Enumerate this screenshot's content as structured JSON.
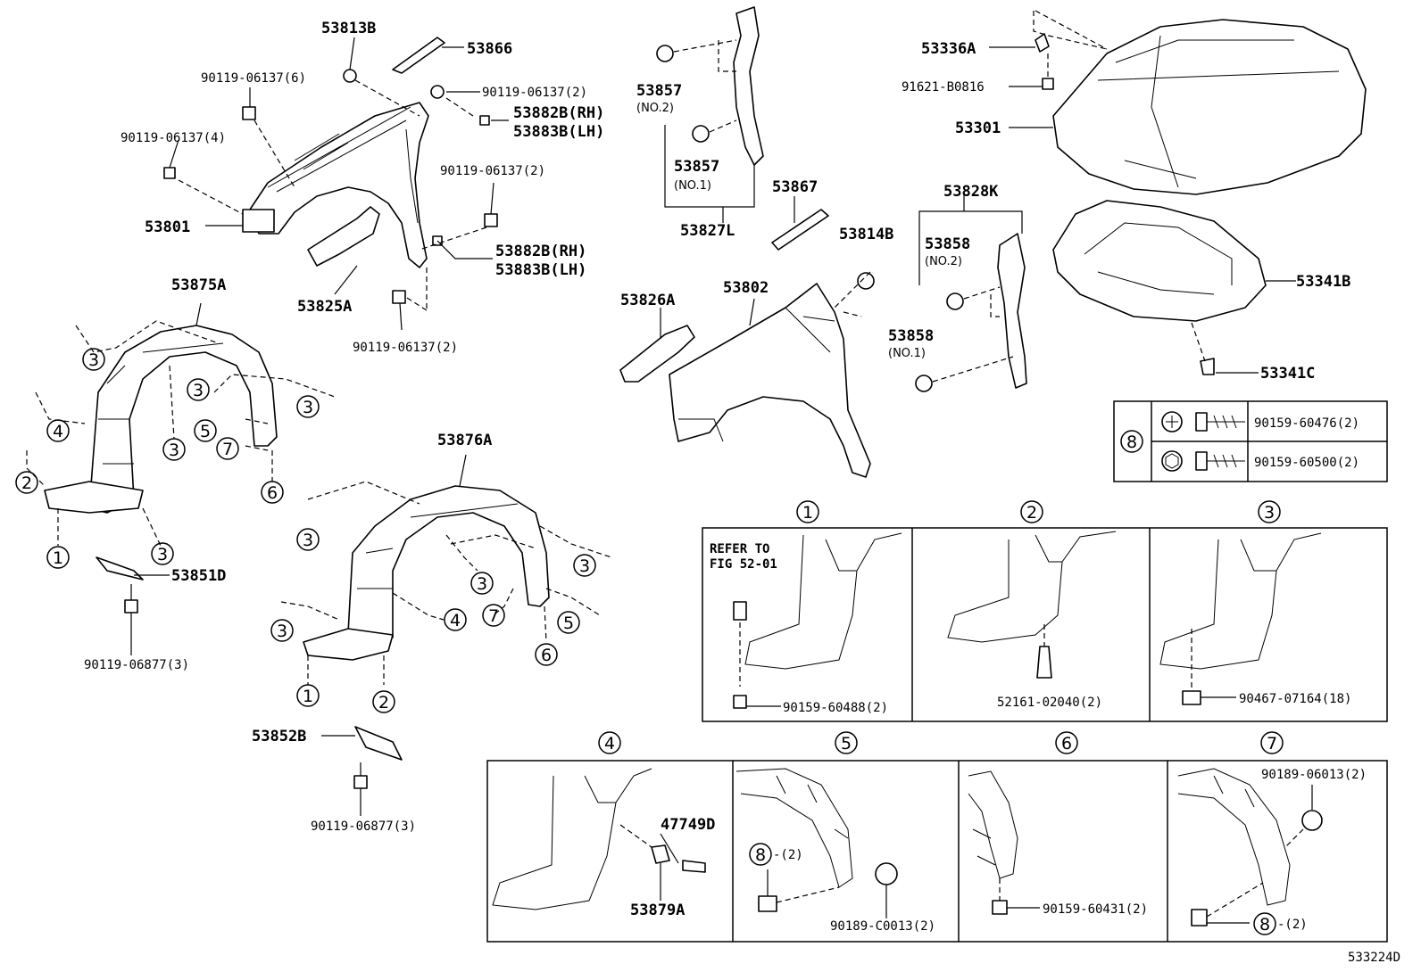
{
  "diagram_id": "533224D",
  "labels": {
    "l53813B": "53813B",
    "l53866": "53866",
    "lq1": "90119-06137(6)",
    "lq2": "90119-06137(2)",
    "l53882B1": "53882B(RH)",
    "l53883B1": "53883B(LH)",
    "lq3": "90119-06137(4)",
    "lq4": "90119-06137(2)",
    "l53801": "53801",
    "l53882B2": "53882B(RH)",
    "l53883B2": "53883B(LH)",
    "l53825A": "53825A",
    "lq5": "90119-06137(2)",
    "l53875A": "53875A",
    "l53851D": "53851D",
    "lq6": "90119-06877(3)",
    "l53876A": "53876A",
    "l53852B": "53852B",
    "lq7": "90119-06877(3)",
    "l53857a": "53857",
    "l53857a_sub": "(NO.2)",
    "l53857b": "53857",
    "l53857b_sub": "(NO.1)",
    "l53827L": "53827L",
    "l53867": "53867",
    "l53826A": "53826A",
    "l53802": "53802",
    "l53814B": "53814B",
    "l53828K": "53828K",
    "l53858a": "53858",
    "l53858a_sub": "(NO.2)",
    "l53858b": "53858",
    "l53858b_sub": "(NO.1)",
    "l53336A": "53336A",
    "l91621": "91621-B0816",
    "l53301": "53301",
    "l53341B": "53341B",
    "l53341C": "53341C",
    "l90159_60476": "90159-60476(2)",
    "l90159_60500": "90159-60500(2)",
    "refer1": "REFER TO",
    "refer2": "FIG 52-01",
    "l90159_60488": "90159-60488(2)",
    "l52161": "52161-02040(2)",
    "l90467": "90467-07164(18)",
    "l47749D": "47749D",
    "l53879A": "53879A",
    "l90189_C0013": "90189-C0013(2)",
    "l90159_60431": "90159-60431(2)",
    "l90189_06013": "90189-06013(2)",
    "qty2a": "-(2)",
    "qty2b": "-(2)"
  },
  "markers": {
    "n1": "1",
    "n2": "2",
    "n3": "3",
    "n4": "4",
    "n5": "5",
    "n6": "6",
    "n7": "7",
    "n8": "8"
  }
}
